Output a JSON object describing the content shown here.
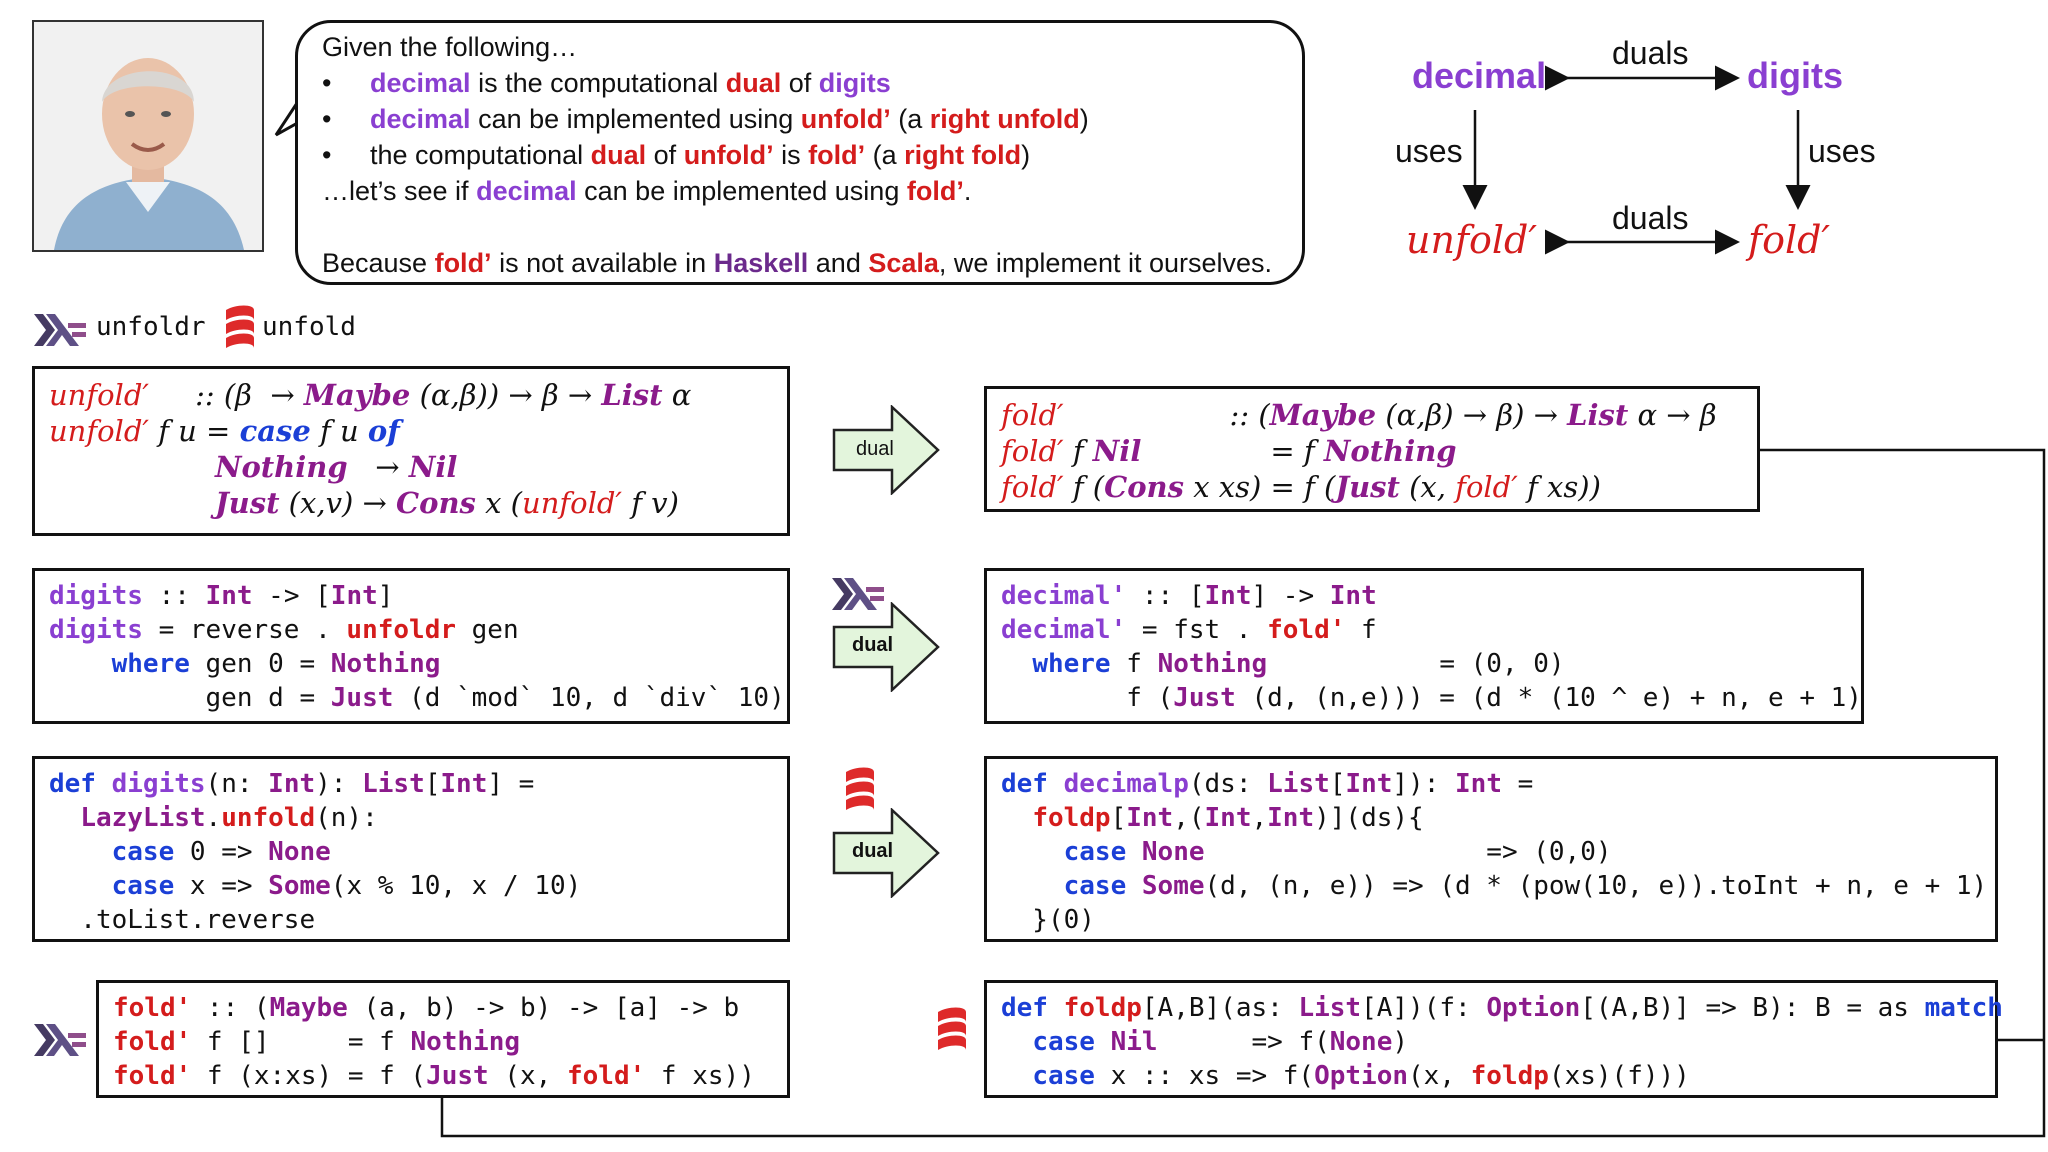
{
  "bubble": {
    "intro": "Given the following…",
    "b1": {
      "w1": "decimal",
      "w2": " is the computational ",
      "w3": "dual",
      "w4": " of ",
      "w5": "digits"
    },
    "b2": {
      "w1": "decimal",
      "w2": " can be implemented using ",
      "w3": "unfold’",
      "w4": " (a ",
      "w5": "right unfold",
      "w6": ")"
    },
    "b3": {
      "w1": "the computational ",
      "w2": "dual",
      "w3": " of ",
      "w4": "unfold’",
      "w5": " is ",
      "w6": "fold’",
      "w7": " (a ",
      "w8": "right fold",
      "w9": ")"
    },
    "line4": {
      "w1": "…let’s see if ",
      "w2": "decimal",
      "w3": " can be implemented using ",
      "w4": "fold’",
      "w5": "."
    },
    "line5": {
      "w1": "Because ",
      "w2": "fold’",
      "w3": " is not available in ",
      "w4": "Haskell",
      "w5": " and ",
      "w6": "Scala",
      "w7": ", we implement it ourselves."
    }
  },
  "diagram": {
    "decimal": "decimal",
    "digits": "digits",
    "duals_top": "duals",
    "duals_bottom": "duals",
    "uses_left": "uses",
    "uses_right": "uses",
    "unfold": "unfold′",
    "fold": "fold′"
  },
  "legend": {
    "haskell_fn": "unfoldr",
    "scala_fn": "unfold"
  },
  "dual_label": "dual",
  "colors": {
    "purple": "#8a3fd1",
    "red": "#d41c1c",
    "blue": "#1b3fd6",
    "arrow_fill": "#e3f5dc",
    "scala_red": "#de2a2a",
    "haskell_purple": "#5b2d88"
  },
  "icons": [
    "haskell-logo-icon",
    "scala-logo-icon",
    "author-avatar"
  ]
}
